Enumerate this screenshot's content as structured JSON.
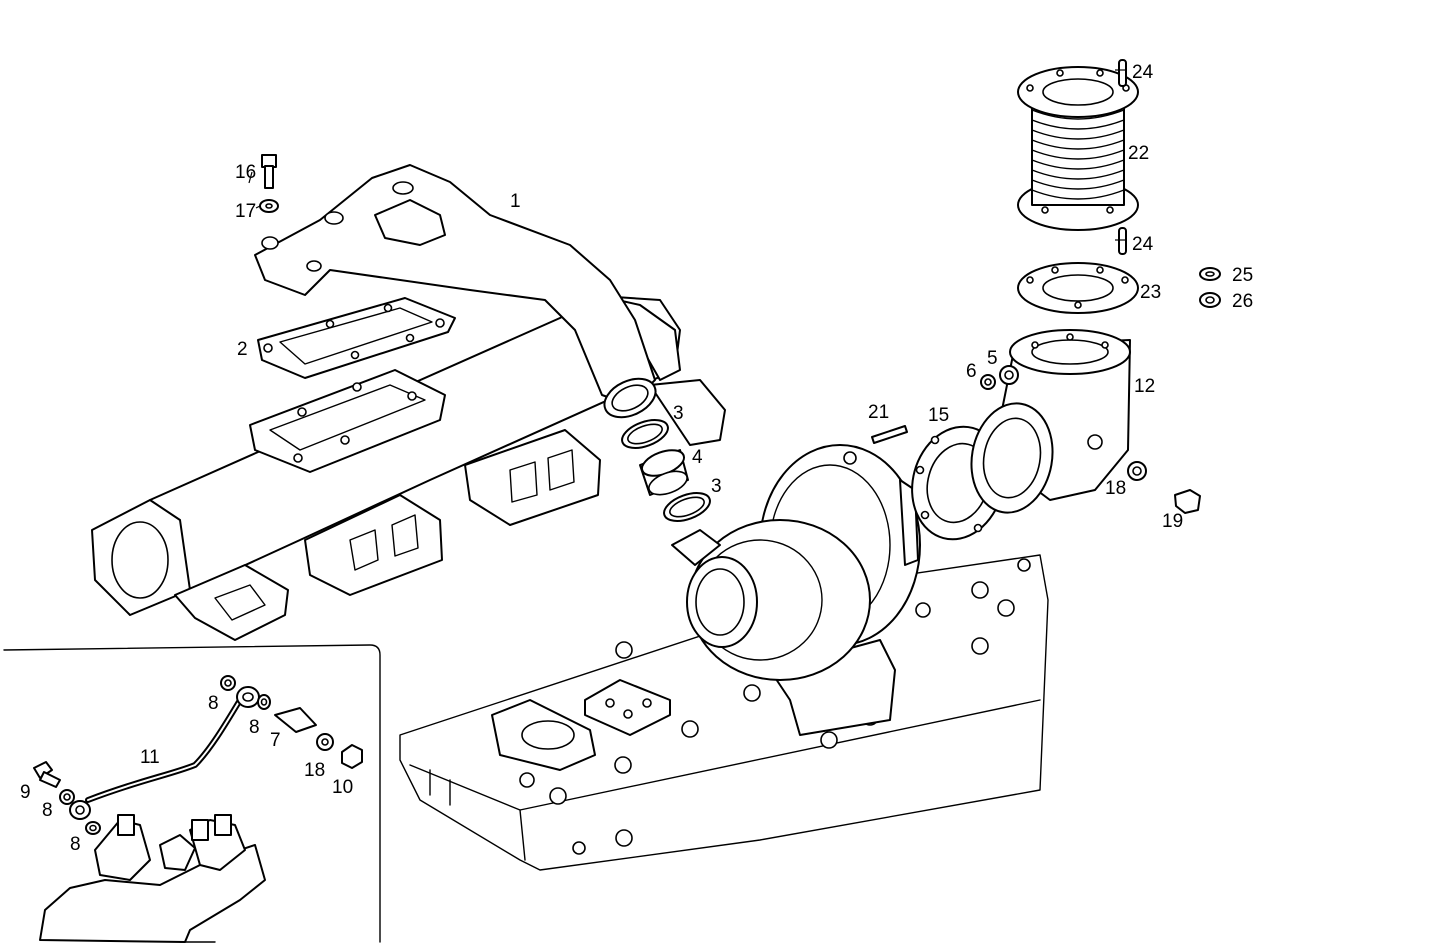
{
  "callouts": {
    "c1": "1",
    "c2": "2",
    "c3a": "3",
    "c3b": "3",
    "c4": "4",
    "c5": "5",
    "c6": "6",
    "c7": "7",
    "c8a": "8",
    "c8b": "8",
    "c8c": "8",
    "c8d": "8",
    "c9": "9",
    "c10": "10",
    "c11": "11",
    "c12": "12",
    "c15": "15",
    "c16": "16",
    "c17": "17",
    "c18a": "18",
    "c18b": "18",
    "c19": "19",
    "c21": "21",
    "c22": "22",
    "c23": "23",
    "c24a": "24",
    "c24b": "24",
    "c25": "25",
    "c26": "26"
  }
}
